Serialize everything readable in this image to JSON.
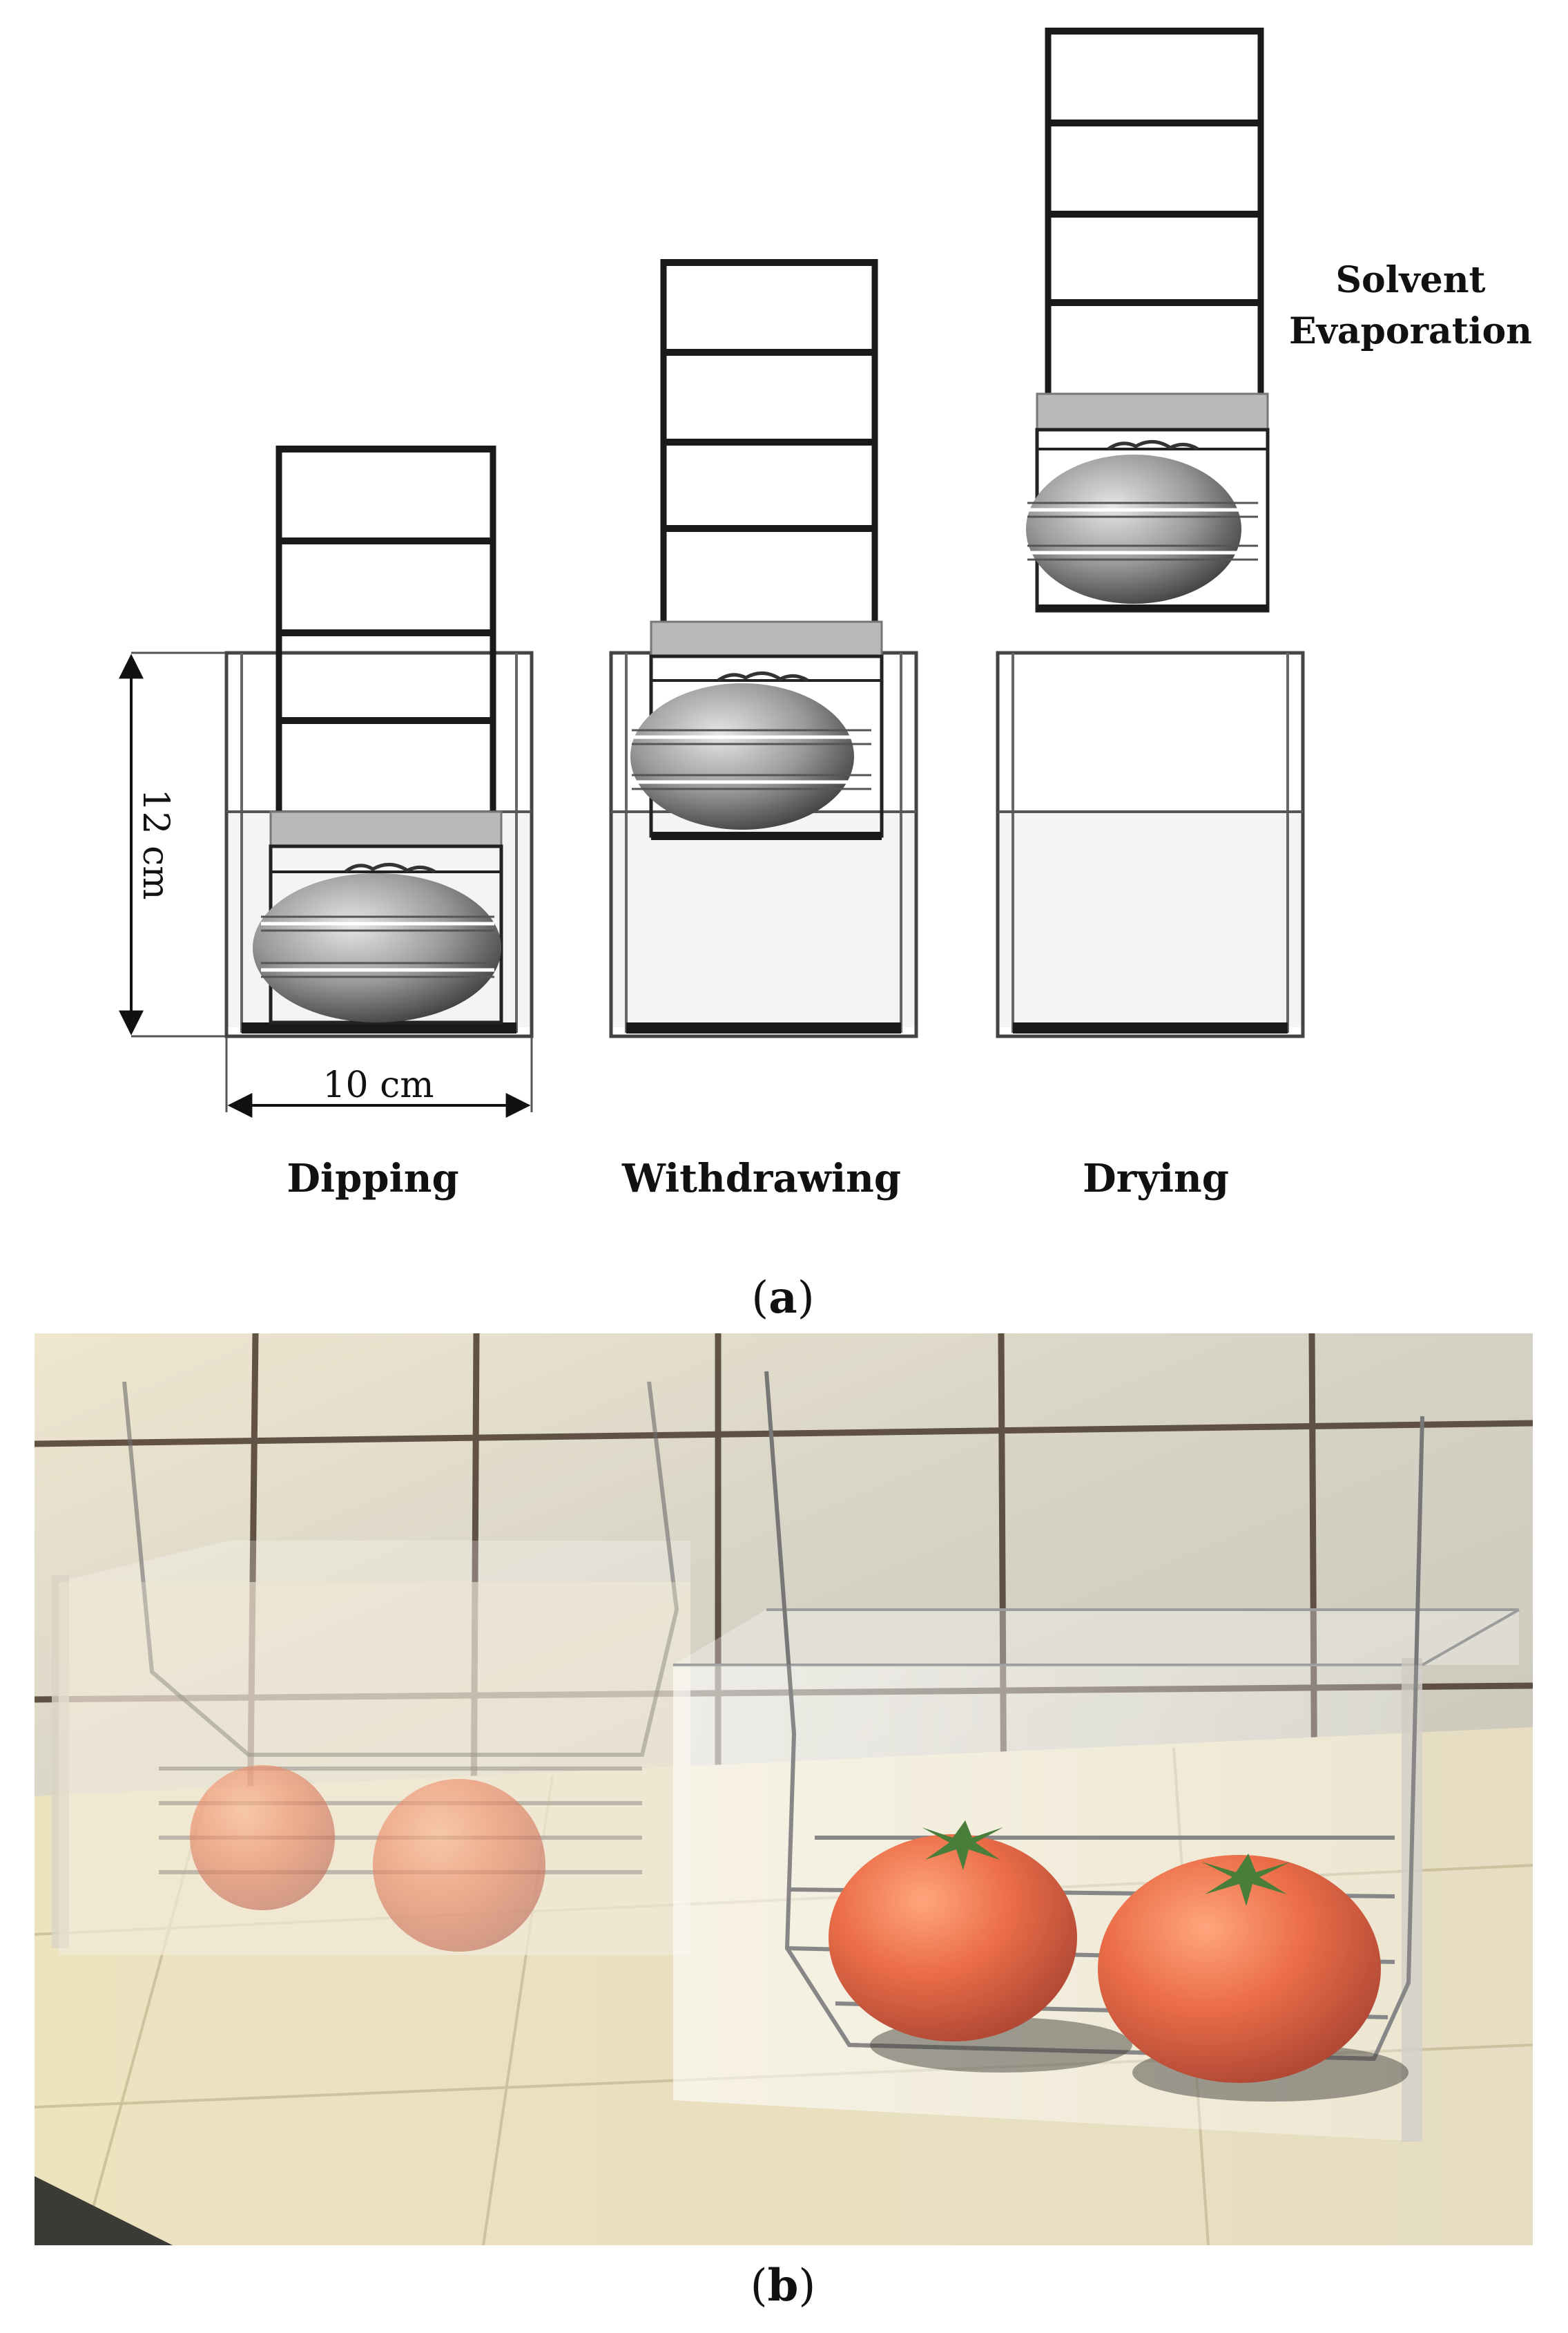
{
  "diagram": {
    "stages": [
      "Dipping",
      "Withdrawing",
      "Drying"
    ],
    "annotation_lines": [
      "Solvent",
      "Evaporation"
    ],
    "dim_height": "12 cm",
    "dim_width": "10 cm",
    "panel_a": "a",
    "panel_b": "b"
  },
  "colors": {
    "liquid": "#f4f4f4",
    "tray": "#b9b9b9",
    "frame": "#1a1a1a",
    "tomato_render": "#e4562e",
    "stem": "#2f6b1f",
    "wall": "#d9d5c8",
    "floor": "#ece4c6"
  }
}
